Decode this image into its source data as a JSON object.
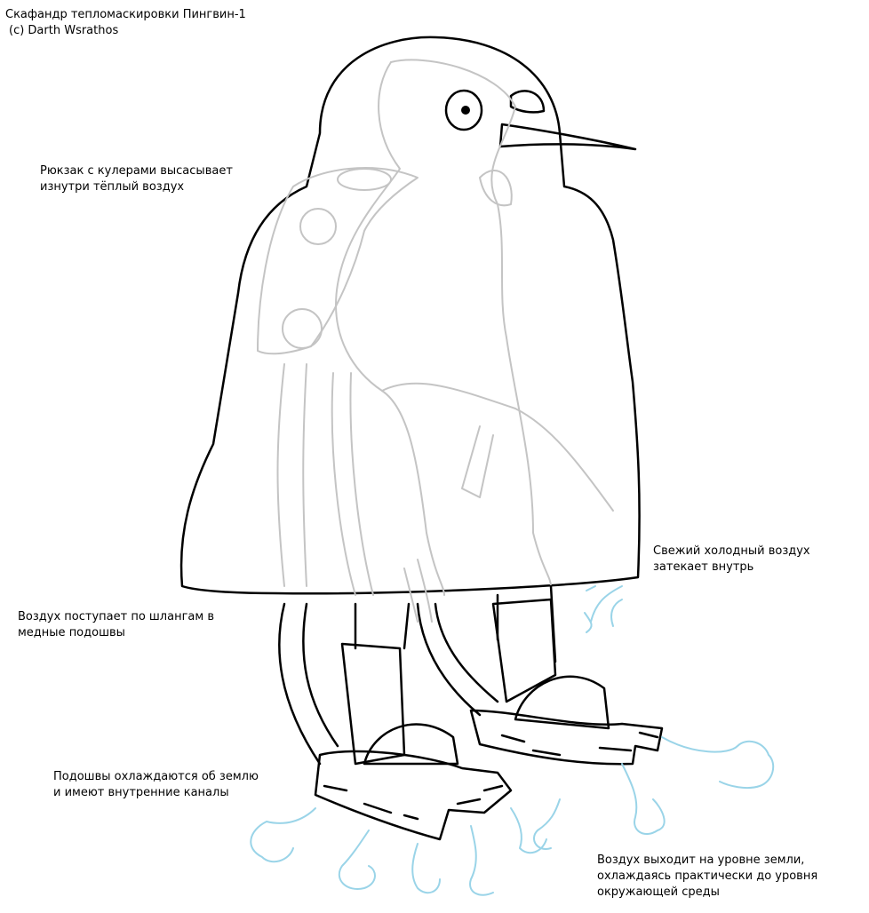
{
  "title": "Скафандр тепломаскировки Пингвин-1",
  "author": "(c) Darth Wsrathos",
  "annotations": {
    "backpack": [
      "Рюкзак с кулерами высасывает",
      "изнутри тёплый воздух"
    ],
    "fresh_air": [
      "Свежий холодный воздух",
      "затекает внутрь"
    ],
    "hoses": [
      "Воздух поступает по шлангам в",
      "медные подошвы"
    ],
    "soles": [
      "Подошвы охлаждаются об землю",
      "и имеют внутренние каналы"
    ],
    "exhaust": [
      "Воздух выходит на уровне земли,",
      "охлаждаясь практически до уровня",
      "окружающей среды"
    ]
  },
  "colors": {
    "outline": "#000000",
    "figure": "#c4c4c4",
    "air": "#9ad4e8"
  }
}
